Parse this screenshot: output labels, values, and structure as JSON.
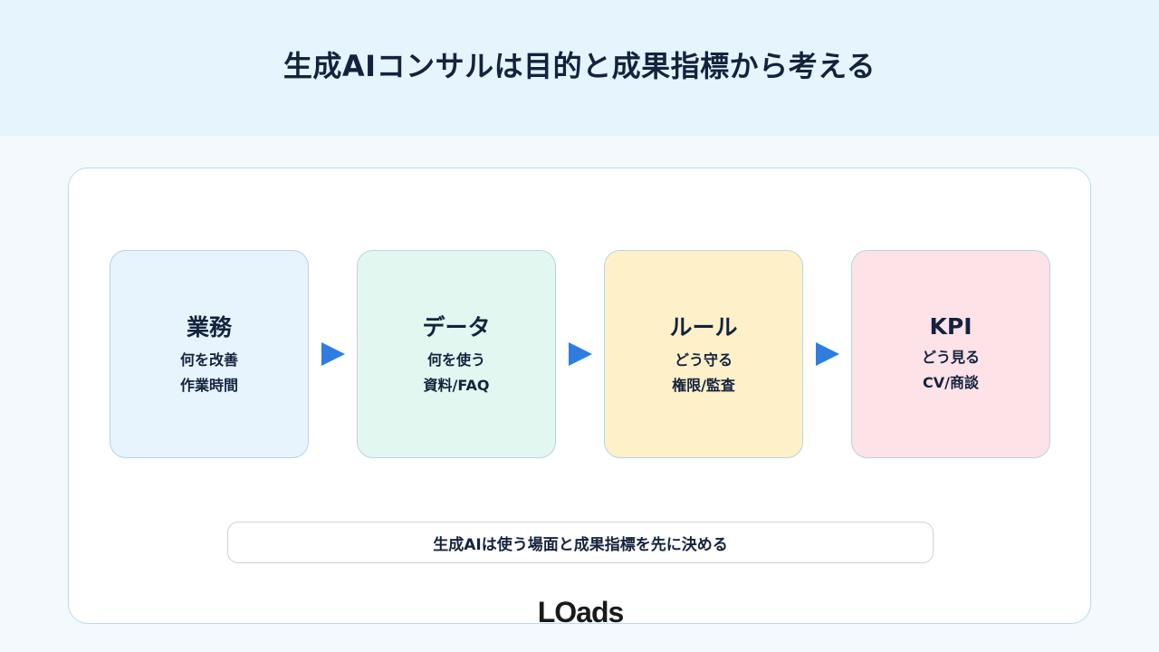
{
  "header": {
    "title": "生成AIコンサルは目的と成果指標から考える"
  },
  "flow": [
    {
      "title": "業務",
      "line1": "何を改善",
      "line2": "作業時間"
    },
    {
      "title": "データ",
      "line1": "何を使う",
      "line2": "資料/FAQ"
    },
    {
      "title": "ルール",
      "line1": "どう守る",
      "line2": "権限/監査"
    },
    {
      "title": "KPI",
      "line1": "どう見る",
      "line2": "CV/商談"
    }
  ],
  "note": "生成AIは使う場面と成果指標を先に決める",
  "logo": "LOads",
  "colors": {
    "arrow": "#2f7de1",
    "text": "#14233d"
  }
}
